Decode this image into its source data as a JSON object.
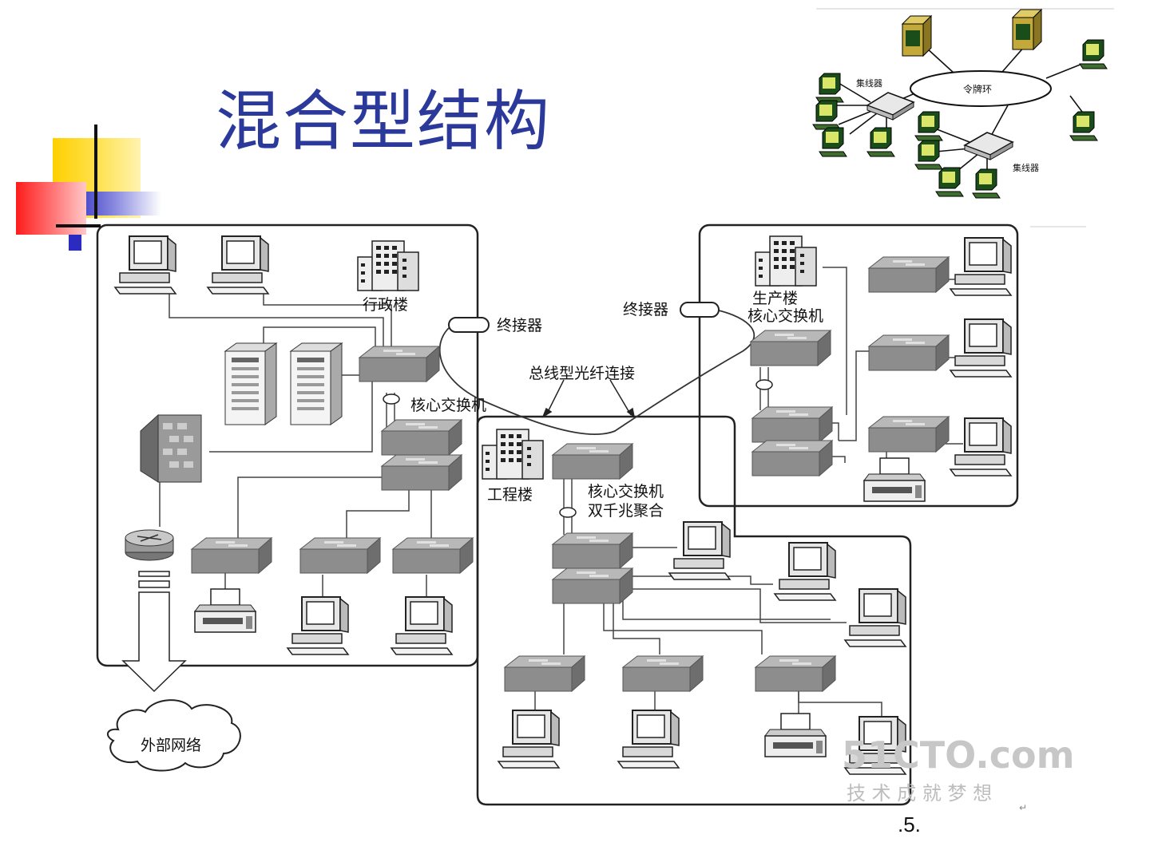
{
  "slide": {
    "title": "混合型结构",
    "page_number": ".5."
  },
  "inset": {
    "ring_label": "令牌环",
    "hub_label_1": "集线器",
    "hub_label_2": "集线器"
  },
  "admin_building": {
    "name": "行政楼",
    "core_switch": "核心交换机",
    "terminator": "终接器"
  },
  "production_building": {
    "name": "生产楼",
    "core_switch": "核心交换机",
    "terminator": "终接器"
  },
  "engineering_building": {
    "name": "工程楼",
    "core_switch": "核心交换机",
    "aggregation": "双千兆聚合"
  },
  "backbone": {
    "label": "总线型光纤连接"
  },
  "external": {
    "label": "外部网络"
  },
  "watermark": {
    "brand": "51CTO.com",
    "slogan": "技 术 成 就 梦 想"
  },
  "colors": {
    "title": "#2b3a9a",
    "switch": "#8d8d8d",
    "deco_yellow": "#ffd400",
    "deco_red": "#ff2020",
    "deco_blue": "#3636c8"
  }
}
